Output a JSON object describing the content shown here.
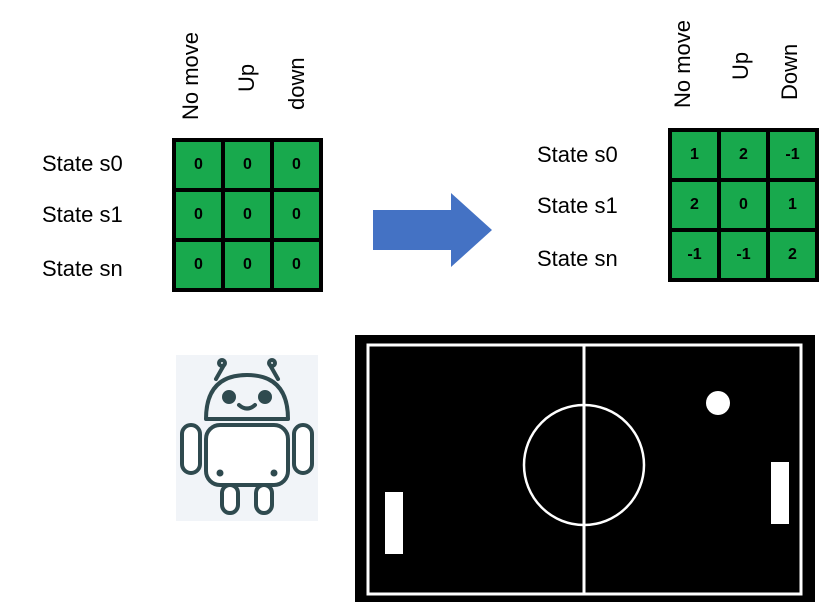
{
  "left_table": {
    "columns": [
      "No move",
      "Up",
      "down"
    ],
    "rows": [
      {
        "label": "State s0",
        "values": [
          "0",
          "0",
          "0"
        ]
      },
      {
        "label": "State s1",
        "values": [
          "0",
          "0",
          "0"
        ]
      },
      {
        "label": "State sn",
        "values": [
          "0",
          "0",
          "0"
        ]
      }
    ]
  },
  "right_table": {
    "columns": [
      "No move",
      "Up",
      "Down"
    ],
    "rows": [
      {
        "label": "State s0",
        "values": [
          "1",
          "2",
          "-1"
        ]
      },
      {
        "label": "State s1",
        "values": [
          "2",
          "0",
          "1"
        ]
      },
      {
        "label": "State sn",
        "values": [
          "-1",
          "-1",
          "2"
        ]
      }
    ]
  },
  "colors": {
    "cell_green": "#18a94d",
    "arrow_blue": "#4472c4",
    "robot_outline": "#2f4a4f",
    "robot_background": "#f1f4f8",
    "pong_background": "#000000",
    "pong_lines": "#ffffff"
  },
  "icons": {
    "transition": "arrow-right-icon",
    "agent": "android-robot-icon",
    "environment": "pong-game-field"
  }
}
